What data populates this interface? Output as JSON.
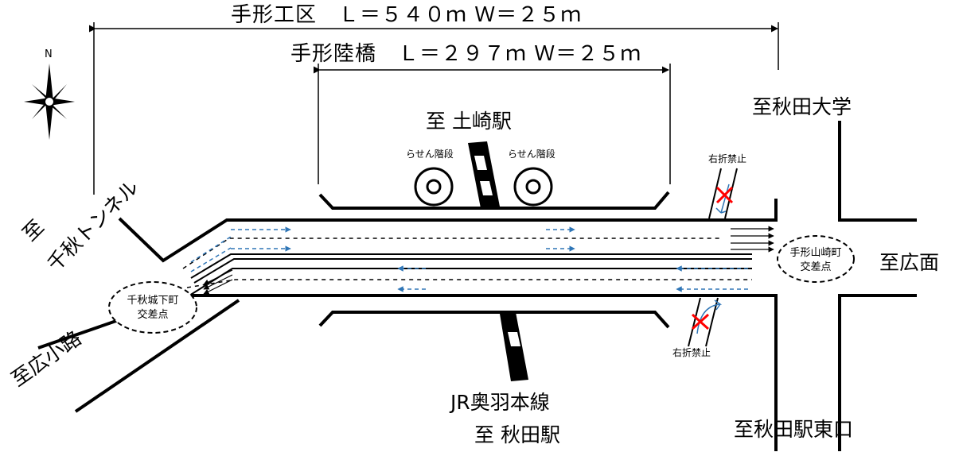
{
  "compass": {
    "north": "N"
  },
  "dimensions": {
    "work_section": "手形工区　Ｌ＝５４０ｍ Ｗ＝２５ｍ",
    "overpass": "手形陸橋　Ｌ＝２９７ｍ Ｗ＝２５ｍ"
  },
  "destinations": {
    "tsuchizaki": "至 土崎駅",
    "akita_univ": "至秋田大学",
    "hiroomote": "至広面",
    "akita_east": "至秋田駅東口",
    "akita_station": "至 秋田駅",
    "jr_line": "JR奥羽本線",
    "koji": "至広小路",
    "tunnel_to": "至",
    "tunnel_name": "千秋トンネル"
  },
  "stairs": {
    "left": "らせん階段",
    "right": "らせん階段"
  },
  "signs": {
    "no_right_turn_top": "右折禁止",
    "no_right_turn_bottom": "右折禁止"
  },
  "intersections": {
    "west": {
      "line1": "千秋城下町",
      "line2": "交差点"
    },
    "east": {
      "line1": "手形山崎町",
      "line2": "交差点"
    }
  },
  "colors": {
    "arrow_blue": "#2e75b6",
    "cross_red": "#ff0000",
    "line": "#000000"
  }
}
